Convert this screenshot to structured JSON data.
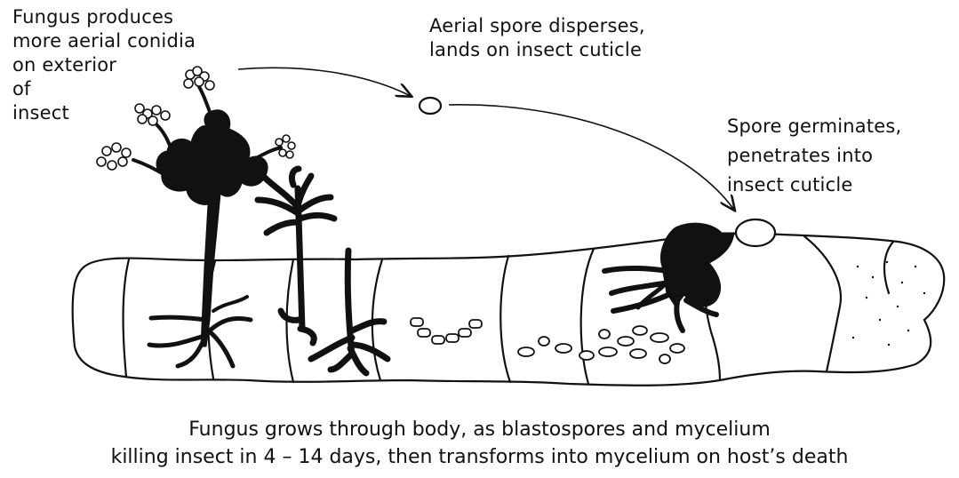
{
  "labels": {
    "fungus_produces": [
      "Fungus produces",
      "more aerial conidia",
      "on exterior",
      "of",
      "insect"
    ],
    "aerial_spore": [
      "Aerial spore disperses,",
      "lands on insect cuticle"
    ],
    "spore_germinates": [
      "Spore germinates,",
      "penetrates into",
      "insect cuticle"
    ]
  },
  "caption": [
    "Fungus grows through body, as blastospores and mycelium",
    "killing insect in 4 – 14 days, then transforms into mycelium on host’s death"
  ],
  "colors": {
    "ink": "#111111",
    "paper": "#ffffff"
  }
}
